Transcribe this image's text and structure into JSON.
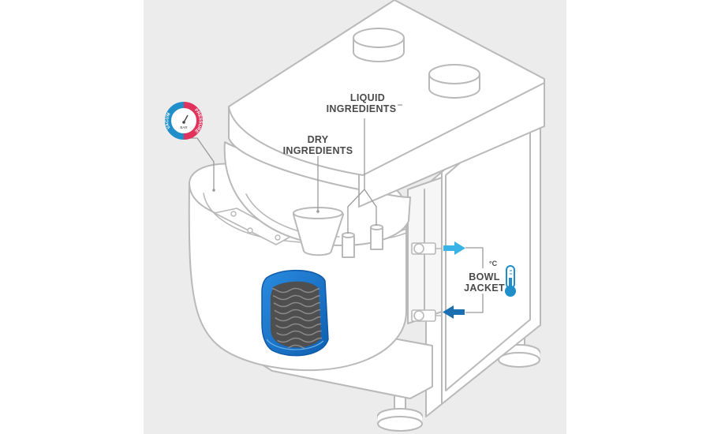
{
  "labels": {
    "liquid_line1": "LIQUID",
    "liquid_line2": "INGREDIENTS",
    "dry_line1": "DRY",
    "dry_line2": "INGREDIENTS",
    "bowl_line1": "BOWL",
    "bowl_line2": "JACKET"
  },
  "gauge": {
    "left_arc": "VACUM",
    "right_arc": "PRESSURE",
    "center": "BAR",
    "left_color": "#1f8ec9",
    "right_color": "#e0325b"
  },
  "thermometer": {
    "unit": "°C",
    "color": "#1f8ec9"
  },
  "arrows": {
    "outlet_color": "#39b3e6",
    "inlet_color": "#1a6fb3"
  },
  "colors": {
    "panel_bg": "#ececec",
    "machine_fill": "#ffffff",
    "machine_stroke": "#b9b9b9",
    "leader": "#9a9a9a",
    "window_blue": "#1570c9",
    "window_dark": "#4f4f4f"
  }
}
